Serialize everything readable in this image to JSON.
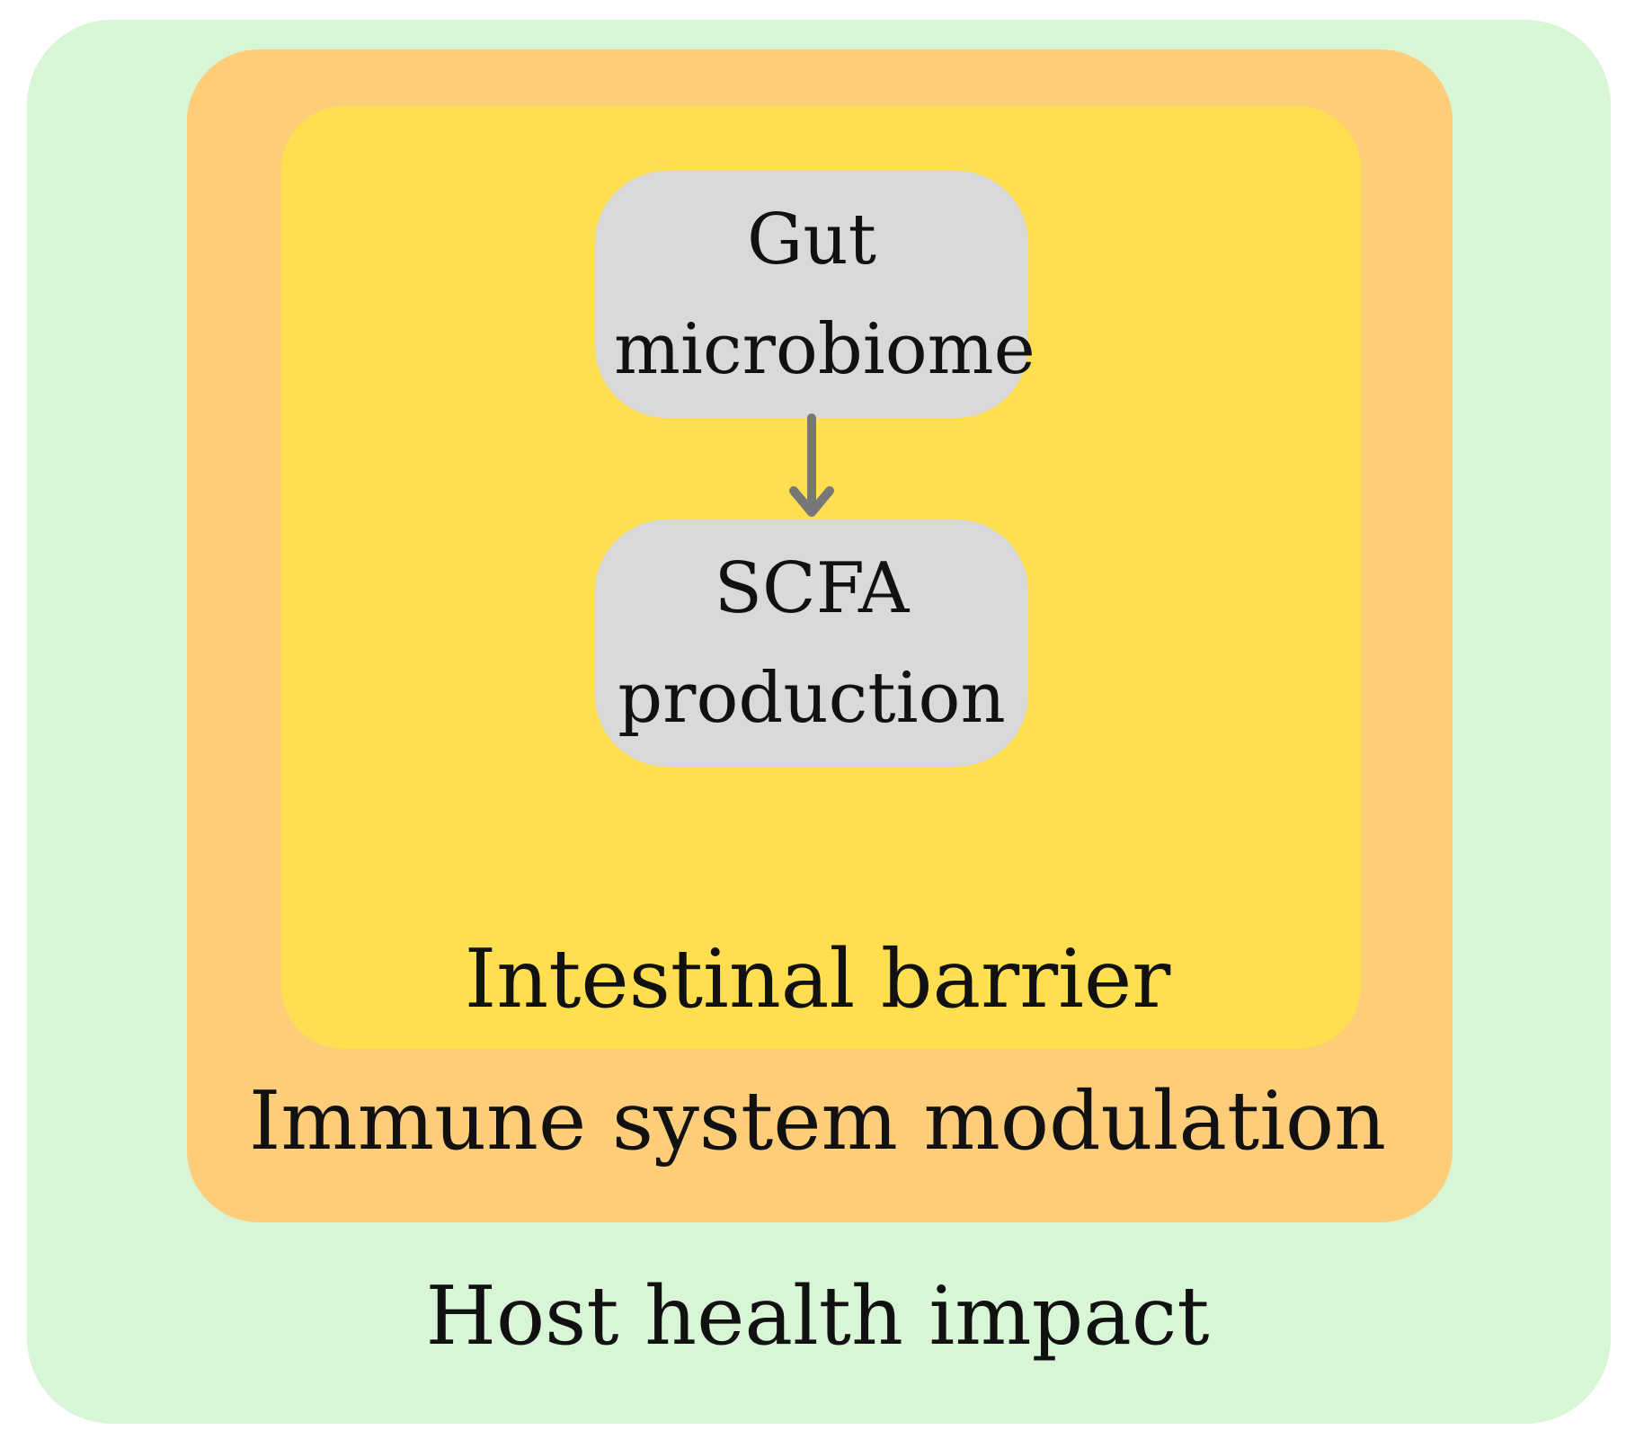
{
  "regions": {
    "outer": {
      "label": "Host health impact",
      "color": "#d8f5d6"
    },
    "middle": {
      "label": "Immune system modulation",
      "color": "#fdcd7a"
    },
    "inner": {
      "label": "Intestinal barrier",
      "color": "#ffdf4f"
    }
  },
  "nodes": {
    "gut": {
      "label": "Gut microbiome",
      "color": "#d9d9d9"
    },
    "scfa": {
      "label": "SCFA production",
      "color": "#d9d9d9"
    }
  },
  "edges": [
    {
      "from": "Gut microbiome",
      "to": "SCFA production",
      "color": "#777777"
    }
  ]
}
